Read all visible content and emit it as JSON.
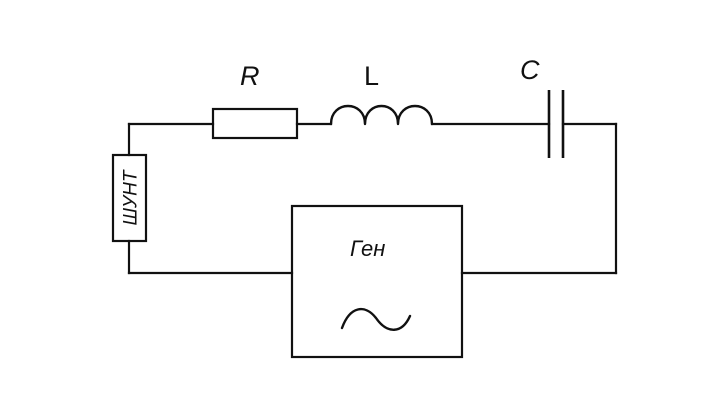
{
  "diagram": {
    "labels": {
      "resistor": "R",
      "inductor": "L",
      "capacitor": "C",
      "shunt": "ШУНТ",
      "generator": "Ген"
    },
    "icons": {
      "generator_symbol": "sine-wave-icon"
    },
    "colors": {
      "line": "#111111",
      "background": "#ffffff"
    }
  }
}
